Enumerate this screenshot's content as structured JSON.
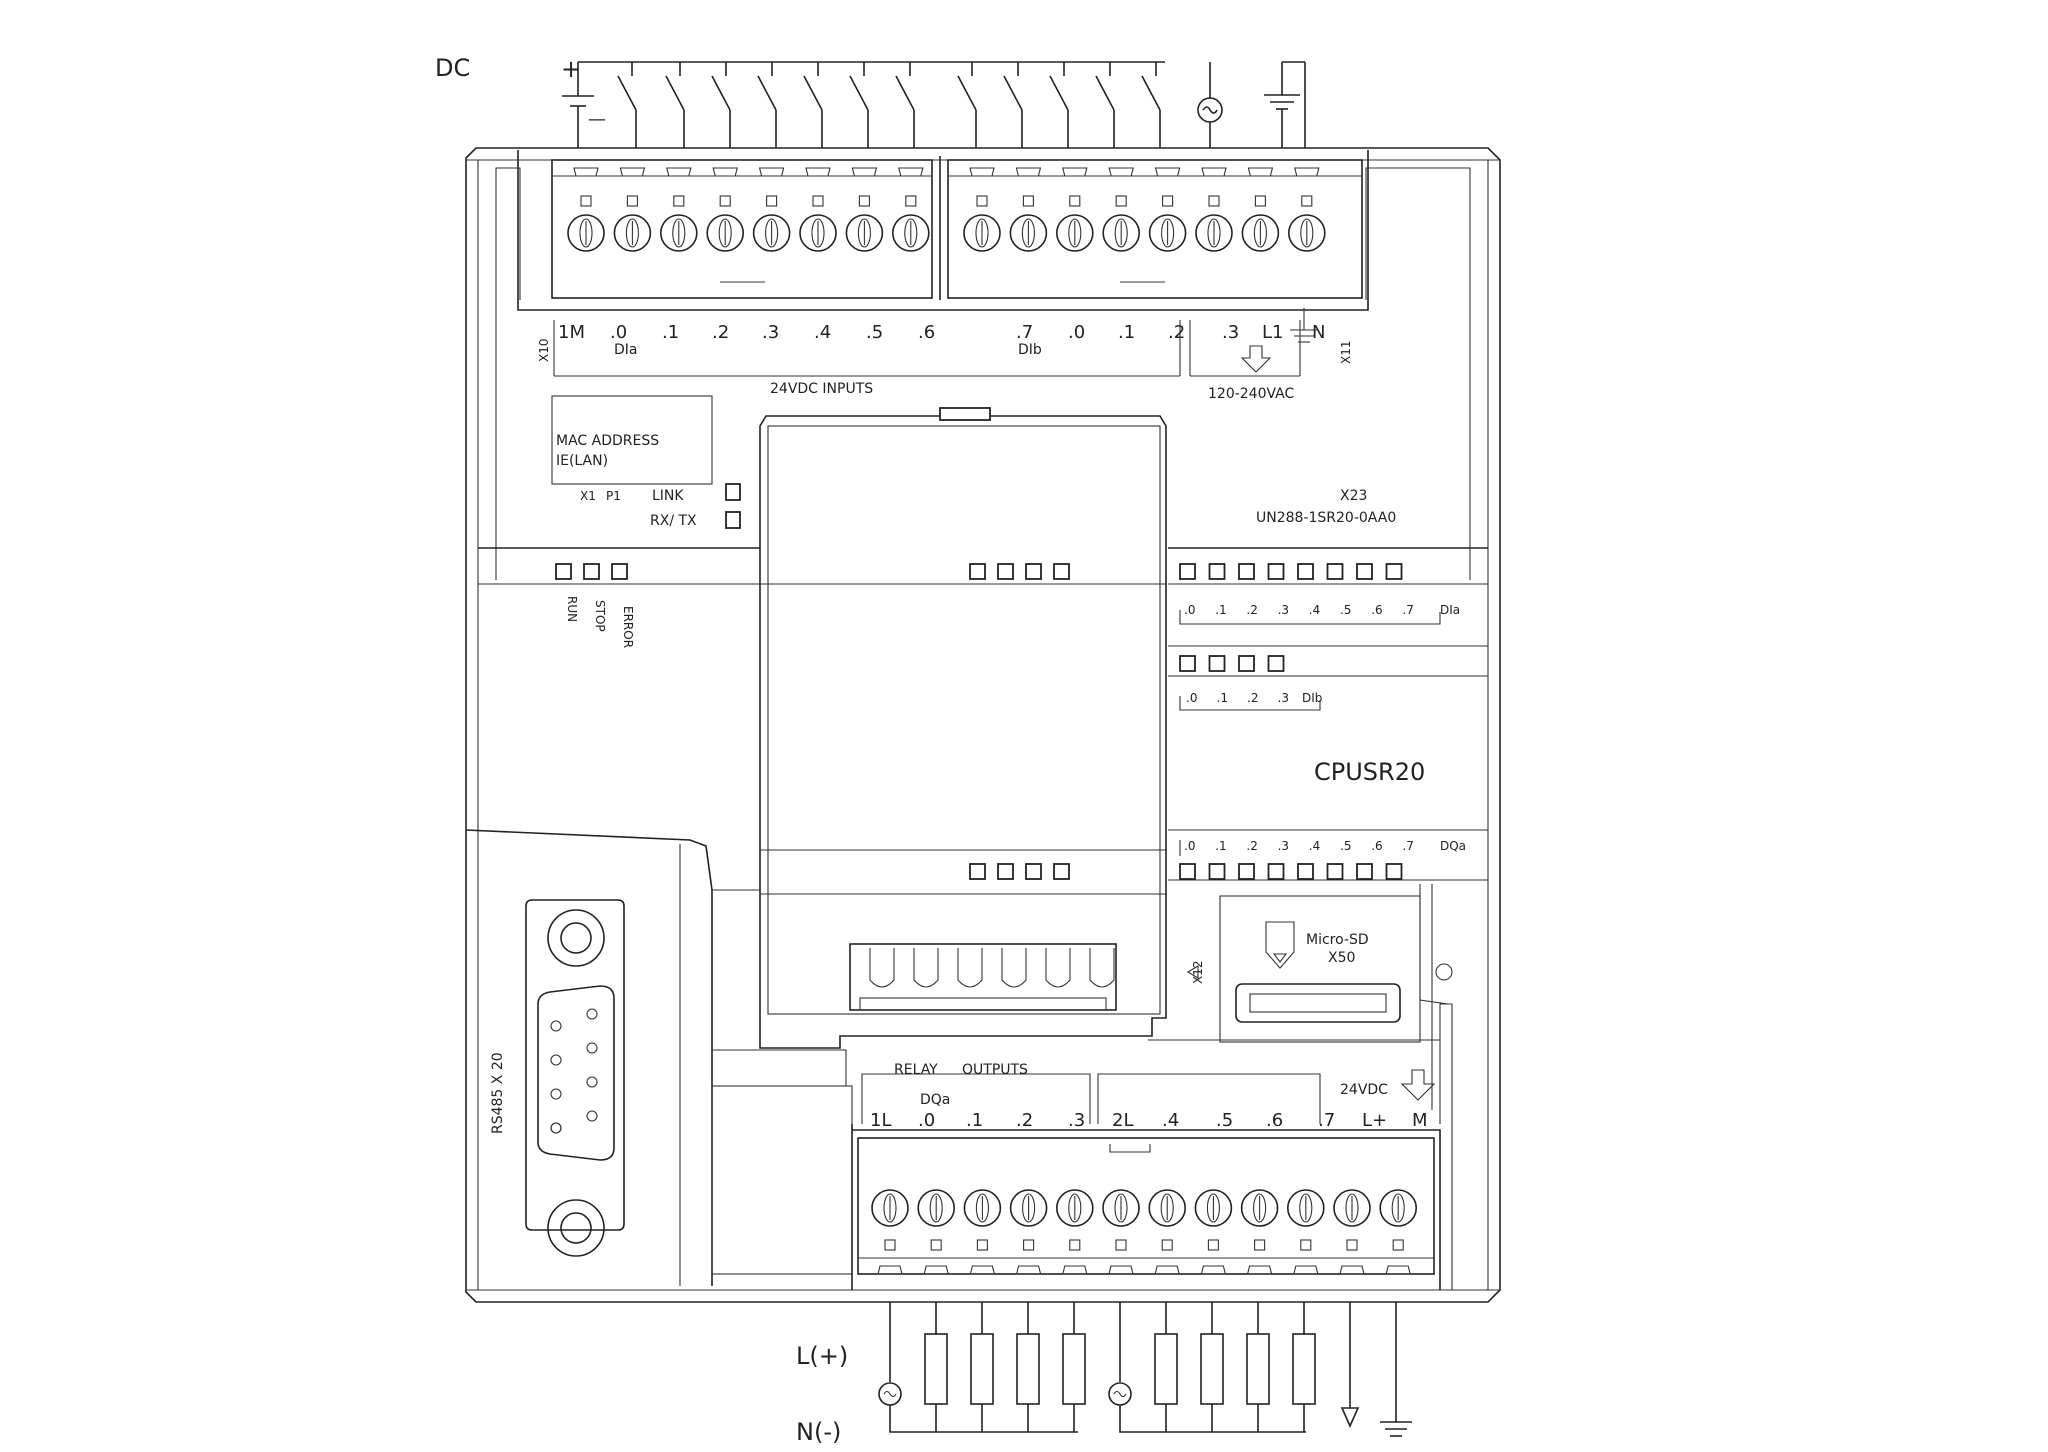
{
  "supply": {
    "dc": "DC",
    "plus": "+",
    "minus": "—"
  },
  "inputs": {
    "labels_a": [
      "1M",
      ".0",
      ".1",
      ".2",
      ".3",
      ".4",
      ".5",
      ".6"
    ],
    "labels_b": [
      ".7",
      ".0",
      ".1",
      ".2"
    ],
    "labels_c": [
      ".3",
      "L1",
      "N"
    ],
    "group_a": "DIa",
    "group_b": "DIb",
    "connector_left": "X10",
    "connector_right": "X11",
    "title": "24VDC INPUTS",
    "ac": "120-240VAC"
  },
  "network": {
    "mac": "MAC ADDRESS",
    "iface": "IE(LAN)",
    "x1": "X1",
    "p1": "P1",
    "link": "LINK",
    "rxtx": "RX/ TX",
    "x23": "X23",
    "model": "UN288-1SR20-0AA0"
  },
  "status": [
    "RUN",
    "STOP",
    "ERROR"
  ],
  "leds": {
    "dia_labels": [
      ".0",
      ".1",
      ".2",
      ".3",
      ".4",
      ".5",
      ".6",
      ".7"
    ],
    "dia": "DIa",
    "dib_labels": [
      ".0",
      ".1",
      ".2",
      ".3"
    ],
    "dib": "DIb",
    "dqa_labels": [
      ".0",
      ".1",
      ".2",
      ".3",
      ".4",
      ".5",
      ".6",
      ".7"
    ],
    "dqa": "DQa"
  },
  "cpu": "CPUSR20",
  "micro_sd": {
    "label": "Micro-SD",
    "slot": "X50",
    "x12": "X12"
  },
  "rs485": "RS485  X 20",
  "outputs": {
    "relay": "RELAY",
    "outputs": "OUTPUTS",
    "dqa": "DQa",
    "v24": "24VDC",
    "labels_1": [
      "1L",
      ".0",
      ".1",
      ".2",
      ".3"
    ],
    "labels_2": [
      "2L",
      ".4",
      ".5",
      ".6",
      ".7",
      "L+",
      "M"
    ]
  },
  "load": {
    "lplus": "L(+)",
    "nminus": "N(-)"
  }
}
